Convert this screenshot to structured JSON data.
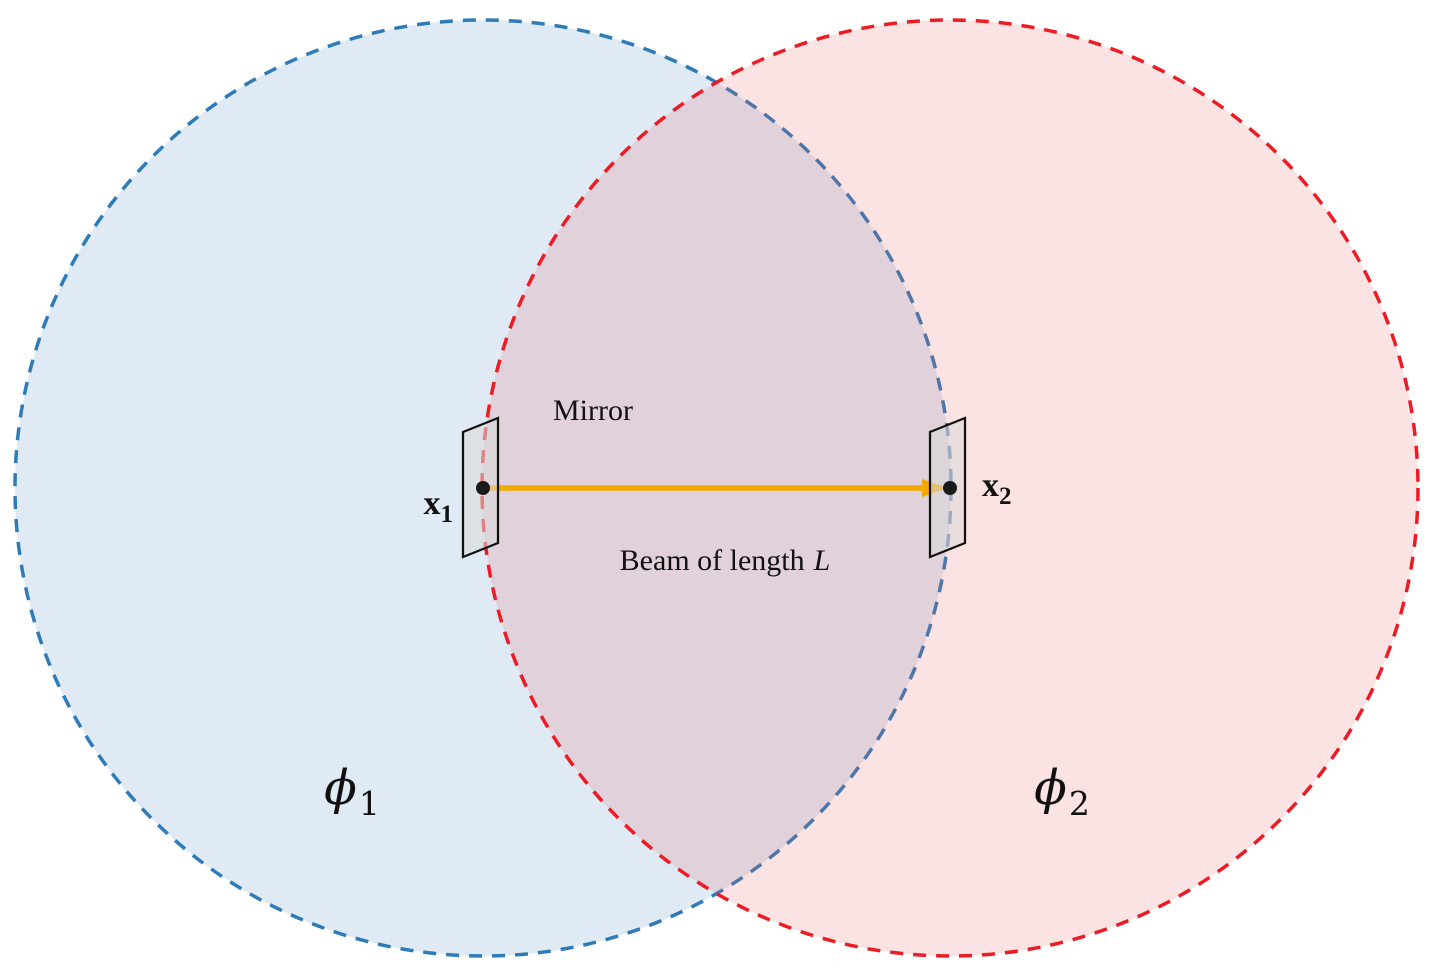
{
  "diagram": {
    "labels": {
      "mirror": "Mirror",
      "beam_prefix": "Beam of length",
      "beam_var": "L",
      "x1_base": "x",
      "x1_sub": "1",
      "x2_base": "x",
      "x2_sub": "2",
      "phi_base": "ϕ",
      "phi1_sub": "1",
      "phi2_sub": "2"
    },
    "colors": {
      "blue_stroke": "#2d7bb8",
      "blue_fill": "#7aa6d23d",
      "red_stroke": "#ed1c24",
      "red_fill": "#ef63662e",
      "beam": "#f2a900",
      "mirror_fill": "#d9d9d9",
      "point": "#1a1a1a"
    }
  }
}
